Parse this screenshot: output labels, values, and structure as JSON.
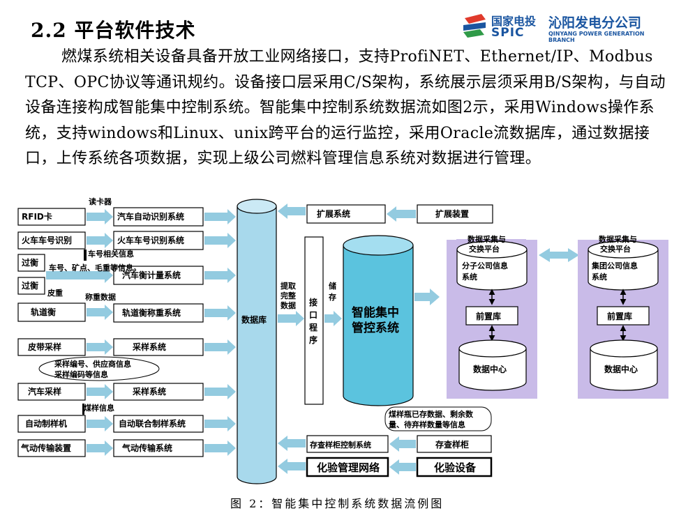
{
  "section_title": "2.2  平台软件技术",
  "logo": {
    "org_cn": "国家电投",
    "org_en": "SPIC",
    "company_cn": "沁阳发电分公司",
    "company_en": "QINYANG POWER GENERATION BRANCH"
  },
  "paragraph": "燃煤系统相关设备具备开放工业网络接口，支持ProfiNET、Ethernet/IP、Modbus TCP、OPC协议等通讯规约。设备接口层采用C/S架构，系统展示层须采用B/S架构，与自动设备连接构成智能集中控制系统。智能集中控制系统数据流如图2示，采用Windows操作系统，支持windows和Linux、unix跨平台的运行监控，采用Oracle流数据库，通过数据接口，上传系统各项数据，实现上级公司燃料管理信息系统对数据进行管理。",
  "diagram": {
    "devices": [
      "RFID卡",
      "火车车号识别",
      "过衡",
      "过衡",
      "轨道衡",
      "皮带采样",
      "汽车采样",
      "自动制样机",
      "气动传输装置"
    ],
    "systems": [
      "汽车自动识别系统",
      "火车车号识别系统",
      "汽车衡计量系统",
      "轨道衡称重系统",
      "采样系统",
      "采样系统",
      "自动联合制样系统",
      "气动传输系统"
    ],
    "flow_labels": {
      "reader": "读卡器",
      "car_info": "车号相关信息",
      "car_info2": "车号、矿点、毛重等信息。",
      "tare": "皮重",
      "weigh_data": "称重数据",
      "sample_info_1": "采样编号、供应商信息",
      "sample_info_2": "采样编码等信息",
      "coal_info": "煤样信息"
    },
    "database": "数据库",
    "fetch_label": "提取完整数据",
    "interface": "接口程序",
    "store_label": "储存",
    "center": "智能集中管控系统",
    "extension_system": "扩展系统",
    "extension_device": "扩展装置",
    "bottle_info_1": "煤样瓶已存数据、剩余数",
    "bottle_info_2": "量、待弃样数量等信息",
    "cabinet_system": "存查样柜控制系统",
    "cabinet": "存查样柜",
    "lab_network": "化验管理网络",
    "lab_equipment": "化验设备",
    "panel_left": {
      "title": "数据采集与交换平台",
      "info": "分子公司信息系统",
      "front": "前置库",
      "center": "数据中心"
    },
    "panel_right": {
      "title": "数据采集与交换平台",
      "info": "集团公司信息系统",
      "front": "前置库",
      "center": "数据中心"
    }
  },
  "caption": "图 2：智能集中控制系统数据流例图"
}
